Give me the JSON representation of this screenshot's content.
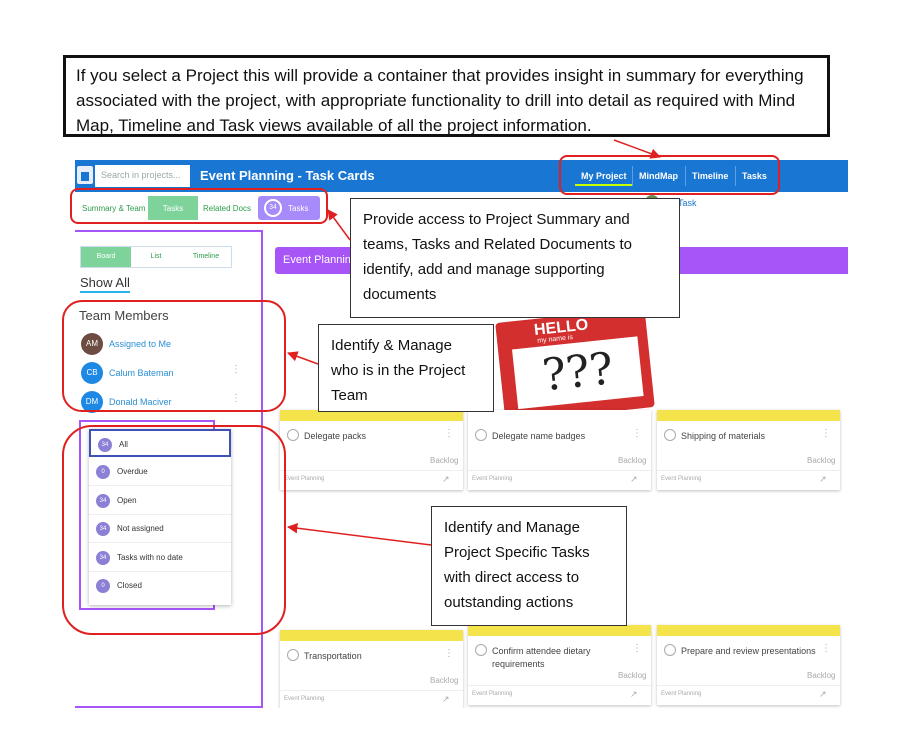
{
  "top_note": "If you select a Project this will provide a container that provides insight in summary for everything associated with the project, with appropriate functionality to drill into detail as required with Mind Map, Timeline and Task views available of all the project information.",
  "app": {
    "search_placeholder": "Search in projects...",
    "title": "Event Planning - Task Cards",
    "nav_tabs": [
      "My Project",
      "MindMap",
      "Timeline",
      "Tasks"
    ],
    "active_nav_tab": "My Project",
    "sub_tabs": [
      "Summary & Team",
      "Tasks",
      "Related Docs"
    ],
    "active_sub_tab": "Tasks",
    "tasks_count": "34",
    "tasks_pill_label": "Tasks",
    "task_link": "Task"
  },
  "sidebar": {
    "view_tabs": [
      "Board",
      "List",
      "Timeline"
    ],
    "active_view_tab": "Board",
    "show_all": "Show All",
    "team_heading": "Team Members",
    "members": [
      {
        "initials": "AM",
        "name": "Assigned to Me",
        "color": "#6d4c41"
      },
      {
        "initials": "CB",
        "name": "Calum Bateman",
        "color": "#1e88e5"
      },
      {
        "initials": "DM",
        "name": "Donald Maciver",
        "color": "#1e88e5"
      }
    ],
    "filters": [
      {
        "count": "34",
        "label": "All"
      },
      {
        "count": "0",
        "label": "Overdue"
      },
      {
        "count": "34",
        "label": "Open"
      },
      {
        "count": "34",
        "label": "Not assigned"
      },
      {
        "count": "34",
        "label": "Tasks with no date"
      },
      {
        "count": "0",
        "label": "Closed"
      }
    ]
  },
  "main": {
    "bar_title": "Event Planning",
    "name_tag": {
      "hello": "HELLO",
      "sub": "my name is",
      "text": "???"
    },
    "cards": [
      {
        "title": "Delegate packs",
        "status": "Backlog",
        "project": "Event Planning"
      },
      {
        "title": "Delegate name badges",
        "status": "Backlog",
        "project": "Event Planning"
      },
      {
        "title": "Shipping of materials",
        "status": "Backlog",
        "project": "Event Planning"
      },
      {
        "title": "Transportation",
        "status": "Backlog",
        "project": "Event Planning"
      },
      {
        "title": "Confirm attendee dietary requirements",
        "status": "Backlog",
        "project": "Event Planning"
      },
      {
        "title": "Prepare and review presentations",
        "status": "Backlog",
        "project": "Event Planning"
      }
    ]
  },
  "annotations": {
    "subtabs_note": "Provide access to Project Summary and teams, Tasks and Related Documents to identify, add and manage supporting documents",
    "team_note": "Identify & Manage who is in the Project Team",
    "tasks_note": "Identify and Manage Project Specific Tasks with direct access to outstanding actions"
  },
  "colors": {
    "appbar": "#1976d2",
    "accent_purple": "#a855f7",
    "annotation_red": "#e02020",
    "card_yellow": "#f5e34b",
    "tab_green": "#7ed39a"
  }
}
